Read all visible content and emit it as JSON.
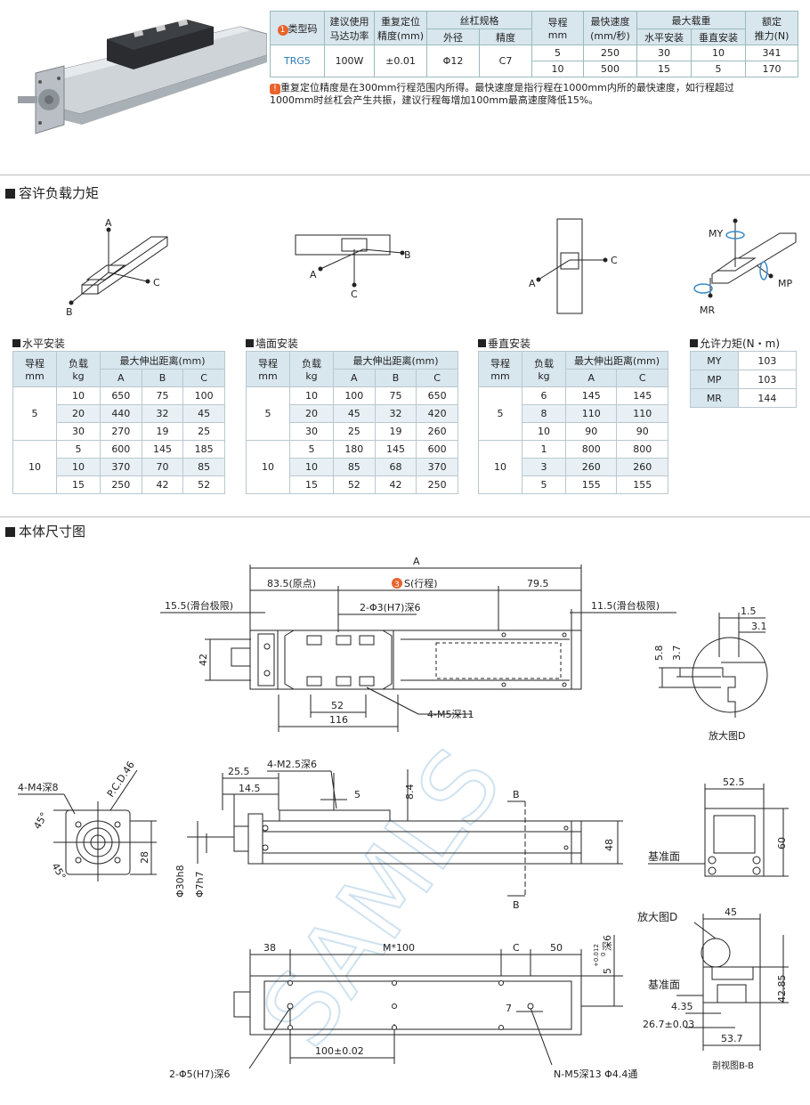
{
  "spec": {
    "headers": {
      "type_code": "类型码",
      "type_badge": "1",
      "motor_line1": "建议使用",
      "motor_line2": "马达功率",
      "repeat_line1": "重复定位",
      "repeat_line2": "精度(mm)",
      "screw": "丝杠规格",
      "screw_od": "外径",
      "screw_acc": "精度",
      "lead_line1": "导程",
      "lead_line2": "mm",
      "speed_line1": "最快速度",
      "speed_line2": "(mm/秒)",
      "payload": "最大载重",
      "payload_h": "水平安装",
      "payload_v": "垂直安装",
      "thrust_line1": "额定",
      "thrust_line2": "推力(N)"
    },
    "type": "TRG5",
    "motor": "100W",
    "repeat": "±0.01",
    "screw_od": "Φ12",
    "screw_acc": "C7",
    "rows": [
      {
        "lead": "5",
        "speed": "250",
        "h": "30",
        "v": "10",
        "thrust": "341"
      },
      {
        "lead": "10",
        "speed": "500",
        "h": "15",
        "v": "5",
        "thrust": "170"
      }
    ],
    "note_icon": "!",
    "note_line1": "重复定位精度是在300mm行程范围内所得。最快速度是指行程在1000mm内所的最快速度，如行程超过",
    "note_line2": "1000mm时丝杠会产生共振，建议行程每增加100mm最高速度降低15%。"
  },
  "load_section": {
    "title": "容许负载力矩",
    "diagram_labels": {
      "h": {
        "a": "A",
        "b": "B",
        "c": "C"
      },
      "w": {
        "a": "A",
        "b": "B",
        "c": "C"
      },
      "v": {
        "a": "A",
        "c": "C"
      },
      "m": {
        "my": "MY",
        "mp": "MP",
        "mr": "MR"
      }
    },
    "headers": {
      "lead": "导程",
      "lead_unit": "mm",
      "load": "负载",
      "load_unit": "kg",
      "dist": "最大伸出距离(mm)",
      "a": "A",
      "b": "B",
      "c": "C"
    },
    "horizontal": {
      "title": "水平安装",
      "groups": [
        {
          "lead": "5",
          "rows": [
            [
              "10",
              "650",
              "75",
              "100"
            ],
            [
              "20",
              "440",
              "32",
              "45"
            ],
            [
              "30",
              "270",
              "19",
              "25"
            ]
          ]
        },
        {
          "lead": "10",
          "rows": [
            [
              "5",
              "600",
              "145",
              "185"
            ],
            [
              "10",
              "370",
              "70",
              "85"
            ],
            [
              "15",
              "250",
              "42",
              "52"
            ]
          ]
        }
      ]
    },
    "wall": {
      "title": "墙面安装",
      "groups": [
        {
          "lead": "5",
          "rows": [
            [
              "10",
              "100",
              "75",
              "650"
            ],
            [
              "20",
              "45",
              "32",
              "420"
            ],
            [
              "30",
              "25",
              "19",
              "260"
            ]
          ]
        },
        {
          "lead": "10",
          "rows": [
            [
              "5",
              "180",
              "145",
              "600"
            ],
            [
              "10",
              "85",
              "68",
              "370"
            ],
            [
              "15",
              "52",
              "42",
              "250"
            ]
          ]
        }
      ]
    },
    "vertical": {
      "title": "垂直安装",
      "groups": [
        {
          "lead": "5",
          "rows": [
            [
              "6",
              "145",
              "145"
            ],
            [
              "8",
              "110",
              "110"
            ],
            [
              "10",
              "90",
              "90"
            ]
          ]
        },
        {
          "lead": "10",
          "rows": [
            [
              "1",
              "800",
              "800"
            ],
            [
              "3",
              "260",
              "260"
            ],
            [
              "5",
              "155",
              "155"
            ]
          ]
        }
      ]
    },
    "moment": {
      "title": "允许力矩(N・m)",
      "rows": [
        [
          "MY",
          "103"
        ],
        [
          "MP",
          "103"
        ],
        [
          "MR",
          "144"
        ]
      ]
    }
  },
  "dim_section": {
    "title": "本体尺寸图",
    "top": {
      "A": "A",
      "origin": "83.5(原点)",
      "stroke_badge": "3",
      "stroke": "S(行程)",
      "d795": "79.5",
      "lim_left": "15.5(滑台极限)",
      "lim_right": "11.5(滑台极限)",
      "hole": "2-Φ3(H7)深6",
      "h42": "42",
      "d52": "52",
      "d116": "116",
      "m5": "4-M5深11"
    },
    "detail": {
      "d15": "1.5",
      "d31": "3.1",
      "d58": "5.8",
      "d37": "3.7",
      "caption": "放大图D"
    },
    "end": {
      "m4": "4-M4深8",
      "pcd": "P.C.D.46",
      "a1": "45°",
      "a2": "45°",
      "d28": "28",
      "d30": "Φ30h8",
      "d7": "Φ7h7"
    },
    "side": {
      "d255": "25.5",
      "d145": "14.5",
      "m25": "4-M2.5深6",
      "d5": "5",
      "d84": "8.4",
      "d48": "48",
      "b1": "B",
      "b2": "B"
    },
    "endr": {
      "d525": "52.5",
      "d60": "60",
      "ref": "基准面"
    },
    "bottom": {
      "d38": "38",
      "m100": "M*100",
      "c": "C",
      "d50": "50",
      "tol": "5",
      "tol_sup": "+0.012",
      "tol_sub": "0",
      "tol_deep": "深6",
      "d7": "7",
      "d100": "100±0.02",
      "hole": "2-Φ5(H7)深6",
      "n": "N-M5深13 Φ4.4通"
    },
    "section": {
      "detail": "放大图D",
      "d45": "45",
      "ref": "基准面",
      "d4285": "42.85",
      "d435": "4.35",
      "d267": "26.7±0.03",
      "d537": "53.7",
      "caption": "剖视图B-B"
    }
  },
  "watermark": "SAMLS"
}
